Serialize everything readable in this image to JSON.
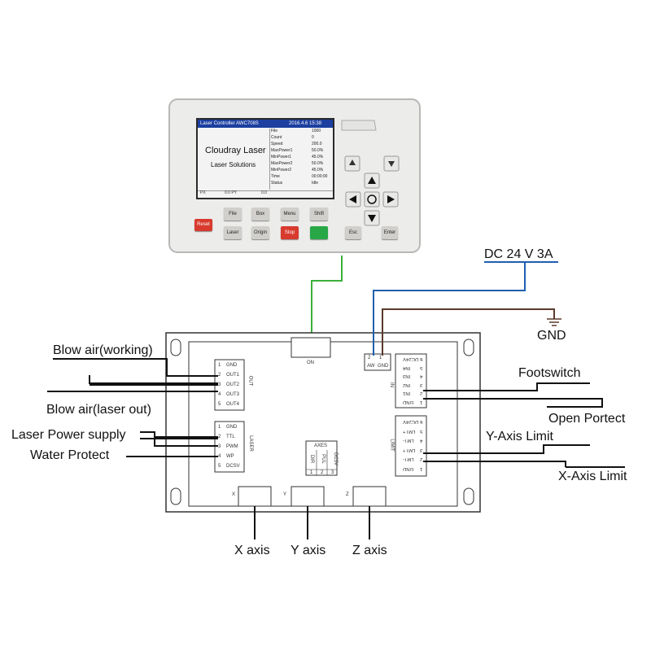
{
  "controller": {
    "screen_header": "Laser Controller AWC708S",
    "screen_date": "2016.4.6  15:38",
    "brand_line1": "Cloudray Laser",
    "brand_line2": "Laser Solutions",
    "screen_footer_left": "PX",
    "screen_footer_mid": "0.0  PY",
    "screen_footer_right": "0.0",
    "status_rows": [
      {
        "label": "File",
        "value": "1000"
      },
      {
        "label": "Count",
        "value": "0"
      },
      {
        "label": "Speed",
        "value": "200.0"
      },
      {
        "label": "MaxPower1",
        "value": "50.0%"
      },
      {
        "label": "MinPower1",
        "value": "45.0%"
      },
      {
        "label": "MaxPower2",
        "value": "50.0%"
      },
      {
        "label": "MinPower2",
        "value": "45.0%"
      },
      {
        "label": "Time",
        "value": "00:00:00"
      },
      {
        "label": "Status",
        "value": "Idle"
      }
    ],
    "buttons_row1": [
      "File",
      "Box",
      "Menu",
      "Shift"
    ],
    "buttons_row2": [
      "Laser",
      "Origin",
      "Stop",
      ""
    ],
    "button_reset": "Reset",
    "button_esc": "Esc",
    "button_enter": "Enter"
  },
  "board": {
    "top_port": "ON",
    "power_pins": [
      "2",
      "1",
      "AW",
      "GND"
    ],
    "out_header": "OUT",
    "out_pins": [
      {
        "num": "1",
        "name": "GND"
      },
      {
        "num": "2",
        "name": "OUT1"
      },
      {
        "num": "3",
        "name": "OUT2"
      },
      {
        "num": "4",
        "name": "OUT3"
      },
      {
        "num": "5",
        "name": "OUT4"
      }
    ],
    "laser_header": "LASER",
    "laser_pins": [
      {
        "num": "1",
        "name": "GND"
      },
      {
        "num": "2",
        "name": "TTL"
      },
      {
        "num": "3",
        "name": "PWM"
      },
      {
        "num": "4",
        "name": "WP"
      },
      {
        "num": "5",
        "name": "DCSV"
      }
    ],
    "in_header": "IN",
    "in_pins": [
      {
        "num": "6",
        "name": "DC24V"
      },
      {
        "num": "5",
        "name": "IN4"
      },
      {
        "num": "4",
        "name": "IN3"
      },
      {
        "num": "3",
        "name": "IN2"
      },
      {
        "num": "2",
        "name": "IN1"
      },
      {
        "num": "1",
        "name": "GND"
      }
    ],
    "limit_header": "LIMIT",
    "limit_pins": [
      {
        "num": "6",
        "name": "DC24V"
      },
      {
        "num": "5",
        "name": "LMT+"
      },
      {
        "num": "4",
        "name": "LMT-"
      },
      {
        "num": "3",
        "name": "LMT+"
      },
      {
        "num": "2",
        "name": "LMT-"
      },
      {
        "num": "1",
        "name": "GND"
      }
    ],
    "axes_header": "AXES",
    "axes_cols": [
      {
        "num": "1",
        "name": "DIR"
      },
      {
        "num": "2",
        "name": "PUL"
      },
      {
        "num": "3",
        "name": "DC5V"
      }
    ],
    "axis_ports": [
      "X",
      "Y",
      "Z"
    ]
  },
  "labels": {
    "power": "DC 24 V 3A",
    "gnd": "GND",
    "blow_working": "Blow air(working)",
    "blow_laser_out": "Blow air(laser out)",
    "laser_power_supply": "Laser Power supply",
    "water_protect": "Water Protect",
    "footswitch": "Footswitch",
    "open_protect": "Open Portect",
    "y_limit": "Y-Axis Limit",
    "x_limit": "X-Axis Limit",
    "x_axis": "X axis",
    "y_axis": "Y axis",
    "z_axis": "Z axis"
  },
  "colors": {
    "power_wire": "#1f5fb0",
    "gnd_wire": "#5a3a2a",
    "link_wire": "#3ab03a",
    "reset": "#d83a2e",
    "start": "#28a746"
  }
}
